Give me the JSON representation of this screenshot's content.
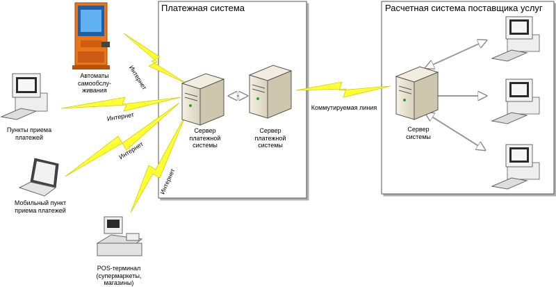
{
  "boxes": {
    "payment": "Платежная система",
    "provider": "Расчетная система поставщика услуг"
  },
  "nodes": {
    "kiosk": [
      "Автоматы",
      "самообслу-",
      "живания"
    ],
    "pc": [
      "Пункты приема",
      "платежей"
    ],
    "laptop": [
      "Мобильный пункт",
      "приема платежей"
    ],
    "pos": [
      "POS-терминал",
      "(супермаркеты,",
      "магазины)"
    ],
    "server1": [
      "Сервер",
      "платежной",
      "системы"
    ],
    "server2": [
      "Сервер",
      "платежной",
      "системы"
    ],
    "server3": [
      "Сервер",
      "системы"
    ]
  },
  "links": {
    "internet1": "Интернет",
    "internet2": "Интернет",
    "internet3": "Интернет",
    "internet4": "Интернет",
    "dialup": "Коммутируемая линия"
  },
  "colors": {
    "lightning": "#ffff33",
    "lightning_stroke": "#c8c800",
    "box_border": "#555555",
    "kiosk_body": "#e8761c",
    "kiosk_screen": "#3a8fd8",
    "server_body": "#e9e3d2"
  }
}
